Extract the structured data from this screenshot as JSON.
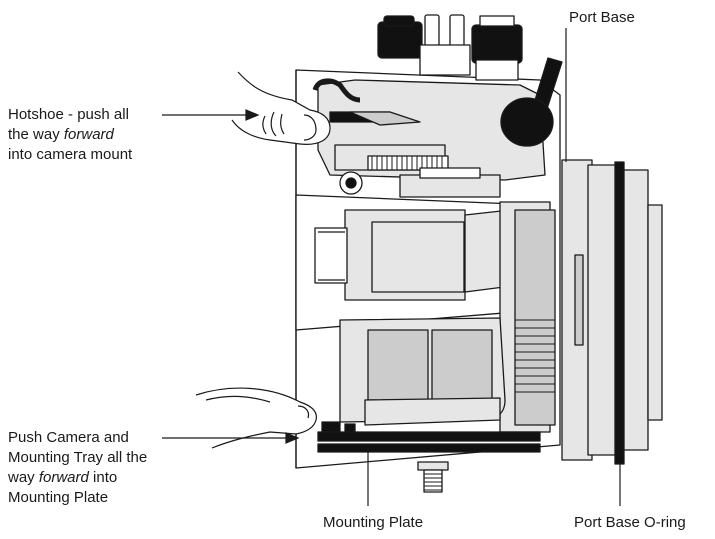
{
  "labels": {
    "hotshoe": {
      "line1": "Hotshoe - push all",
      "line2_pre": "the way ",
      "line2_em": "forward",
      "line3": "into camera mount"
    },
    "push_camera": {
      "line1": "Push Camera and",
      "line2": "Mounting Tray all the",
      "line3_pre": "way ",
      "line3_em": "forward",
      "line3_post": " into",
      "line4": "Mounting Plate"
    },
    "port_base": "Port Base",
    "mounting_plate": "Mounting Plate",
    "port_base_oring": "Port Base O-ring"
  },
  "colors": {
    "line": "#1a1a1a",
    "fill": "#e6e6e6",
    "fill_dark": "#bdbdbd",
    "black": "#111111"
  }
}
